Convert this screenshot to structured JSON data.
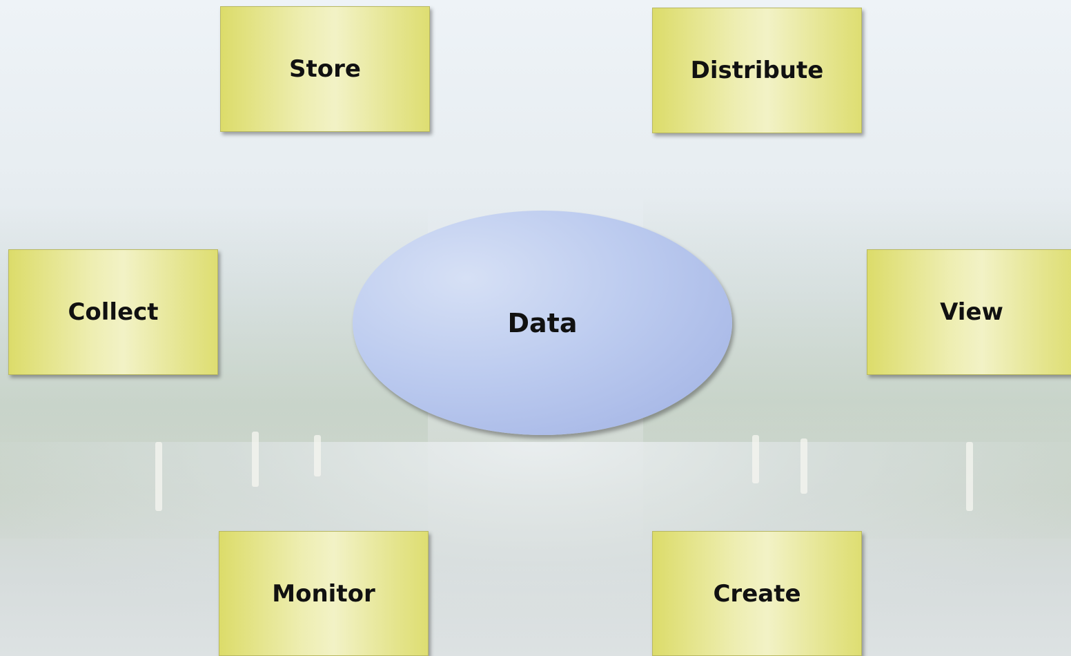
{
  "diagram": {
    "center": {
      "label": "Data"
    },
    "nodes": [
      {
        "id": "store",
        "label": "Store"
      },
      {
        "id": "distribute",
        "label": "Distribute"
      },
      {
        "id": "collect",
        "label": "Collect"
      },
      {
        "id": "view",
        "label": "View"
      },
      {
        "id": "monitor",
        "label": "Monitor"
      },
      {
        "id": "create",
        "label": "Create"
      }
    ],
    "colors": {
      "node_fill": "#eeeeb2",
      "center_fill": "#bccbef"
    }
  }
}
